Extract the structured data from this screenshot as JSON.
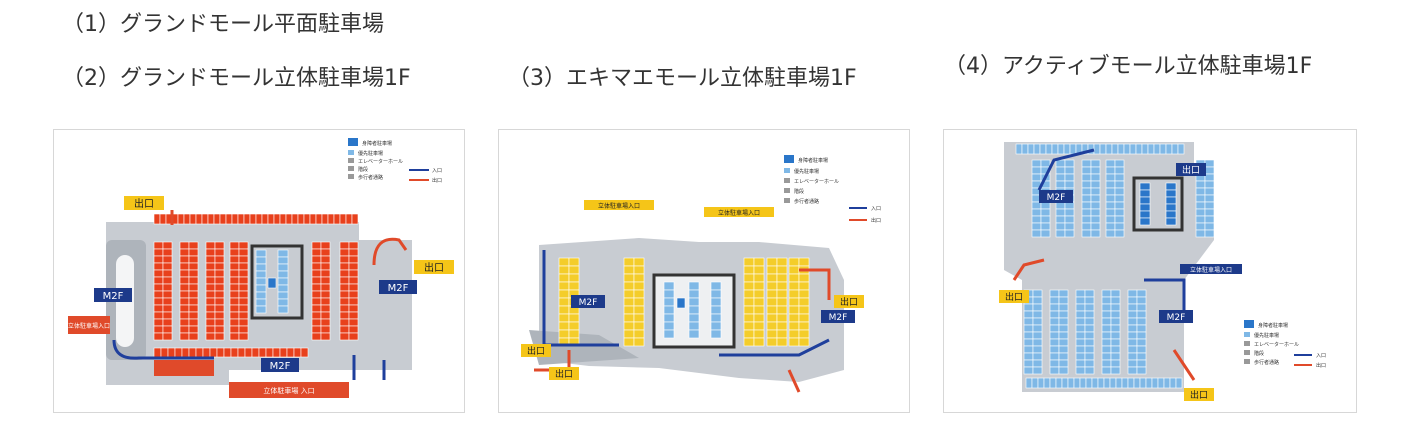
{
  "headings": {
    "h1": "（1）グランドモール平面駐車場",
    "h2": "（2）グランドモール立体駐車場1F",
    "h3": "（3）エキマエモール立体駐車場1F",
    "h4": "（4）アクティブモール立体駐車場1F"
  },
  "maps": {
    "grand_flat": {
      "exit_label": "出口",
      "entrance_label": "出口",
      "m2f_label": "M2F",
      "side_note": "立体駐車場入口",
      "bottom_note": "立体駐車場 入口",
      "legend_title": "身障者駐車場",
      "legend_items": [
        "優先駐車場",
        "エレベーターホール",
        "階段",
        "歩行者通路"
      ],
      "legend_in": "入口",
      "legend_out": "出口"
    },
    "ekimae": {
      "exit_label_1": "出口",
      "exit_label_2": "出口",
      "exit_label_3": "出口",
      "m2f_label": "M2F",
      "note_1": "立体駐車場入口",
      "note_2": "立体駐車場入口",
      "legend_title": "身障者駐車場",
      "legend_items": [
        "優先駐車場",
        "エレベーターホール",
        "階段",
        "歩行者通路"
      ],
      "legend_in": "入口",
      "legend_out": "出口"
    },
    "active": {
      "exit_label_1": "出口",
      "exit_label_2": "出口",
      "exit_label_3": "出口",
      "m2f_label": "M2F",
      "note": "立体駐車場入口",
      "legend_title": "身障者駐車場",
      "legend_items": [
        "優先駐車場",
        "エレベーターホール",
        "階段",
        "歩行者通路"
      ],
      "legend_in": "入口",
      "legend_out": "出口"
    }
  },
  "colors": {
    "road": "#c8ccd2",
    "road_dark": "#9aa1a9",
    "red_stall": "#e8401c",
    "yellow_stall": "#f4cd2a",
    "blue_stall": "#2a76c9",
    "light_blue_stall": "#7fb8e6",
    "arrow_blue": "#1f3f9c",
    "arrow_red": "#e04a2a",
    "label_yellow": "#f5c518",
    "navy": "#1d3a8a"
  },
  "icons": [
    "wheelchair-icon",
    "elevator-icon",
    "stairs-icon",
    "toilet-icon"
  ]
}
